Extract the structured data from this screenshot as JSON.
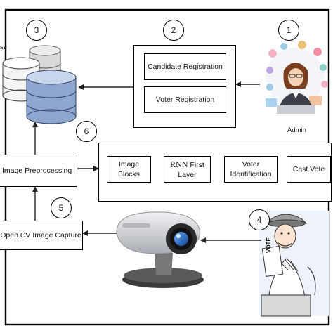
{
  "steps": {
    "s1": "1",
    "s2": "2",
    "s3": "3",
    "s4": "4",
    "s5": "5",
    "s6": "6"
  },
  "database": {
    "partial_label": "se"
  },
  "registration": {
    "candidate": "Candidate Registration",
    "voter": "Voter Registration"
  },
  "admin": {
    "label": "Admin"
  },
  "pipeline": {
    "image_preprocessing": "Image Preprocessing",
    "image_blocks": "Image Blocks",
    "rnn_prefix": "RNN",
    "rnn_rest": " First Layer",
    "voter_identification": "Voter Identification",
    "cast_vote": "Cast Vote"
  },
  "capture": {
    "label": "Open CV Image Capture"
  },
  "voter_figure": {
    "sign_text": "VOTE"
  },
  "colors": {
    "db_blue_top": "#c9d5ea",
    "db_blue_body": "#8fa6cf",
    "db_grey_body": "#d9d9d9",
    "camera_body": "#cfd2d6",
    "camera_lens": "#1f66c9"
  }
}
